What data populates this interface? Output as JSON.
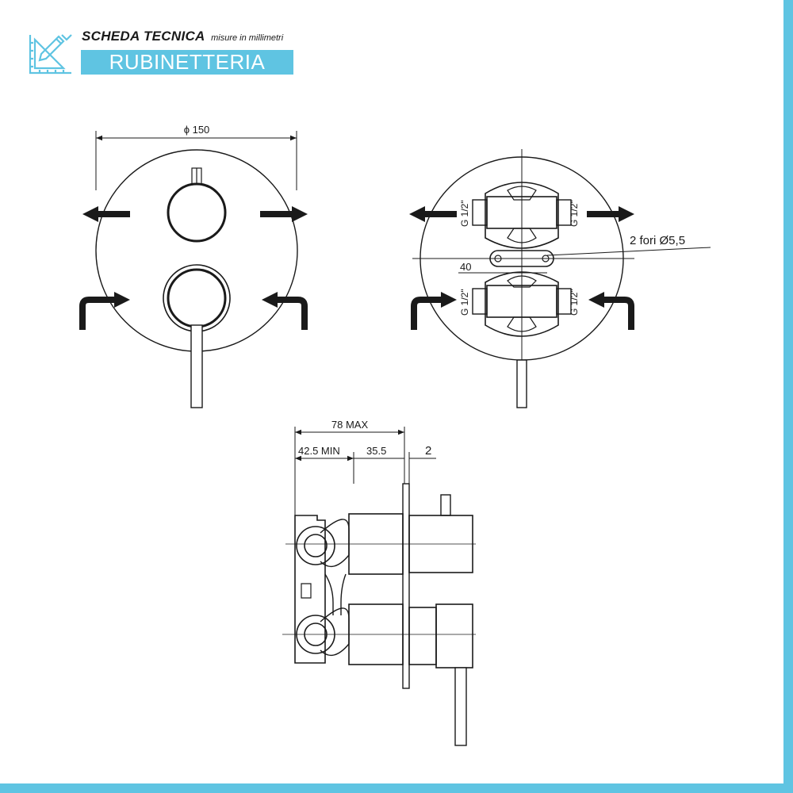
{
  "header": {
    "title": "SCHEDA TECNICA",
    "subtitle": "misure in millimetri",
    "category": "RUBINETTERIA"
  },
  "icons": {
    "logo": "ruler-pencil-icon",
    "flow_out": "arrow-left-icon",
    "flow_in": "bent-arrow-icon"
  },
  "colors": {
    "accent": "#5fc4e2",
    "ink": "#1a1a1a"
  },
  "front_view": {
    "diameter_label": "ϕ 150"
  },
  "rear_view": {
    "port_top_left": "G 1/2\"",
    "port_top_right": "G 1/2\"",
    "port_bottom_left": "G 1/2\"",
    "port_bottom_right": "G 1/2\"",
    "holes_label": "2  fori  Ø5,5",
    "spacing_label": "40"
  },
  "side_view": {
    "overall_label": "78 MAX",
    "min_label": "42.5 MIN",
    "depth_label": "35.5",
    "plate_label": "2"
  }
}
